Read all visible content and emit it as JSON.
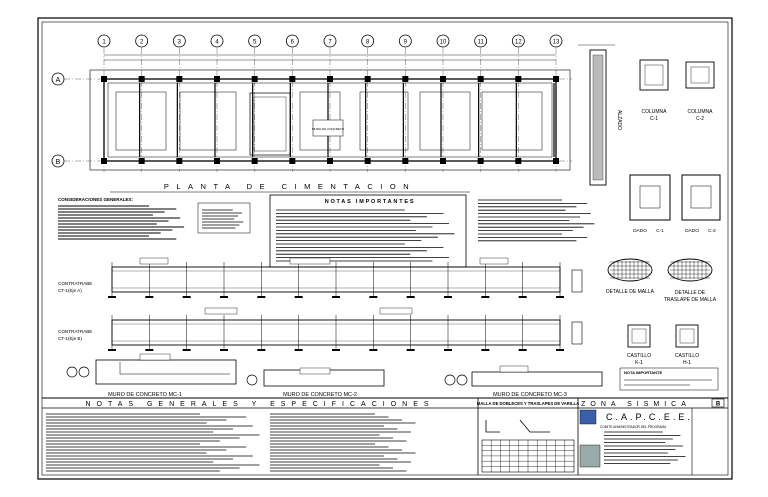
{
  "plan": {
    "title": "PLANTA DE CIMENTACION",
    "axis_numbers": [
      "1",
      "2",
      "3",
      "4",
      "5",
      "6",
      "7",
      "8",
      "9",
      "10",
      "11",
      "12",
      "13"
    ],
    "axis_letters": [
      "A",
      "B"
    ]
  },
  "side_section": {
    "label": "ALZADO"
  },
  "columns": [
    {
      "title": "COLUMNA",
      "code": "C-1"
    },
    {
      "title": "COLUMNA",
      "code": "C-2"
    }
  ],
  "dados": [
    {
      "title": "DADO",
      "code": "C-1"
    },
    {
      "title": "DADO",
      "code": "C-2"
    }
  ],
  "notes_boxes": {
    "consideraciones": "CONSIDERACIONES GENERALES:",
    "important_title": "NOTAS IMPORTANTES"
  },
  "contratrabes": [
    {
      "label": "CONTRATRABE",
      "code": "CT-1(Eje A)"
    },
    {
      "label": "CONTRATRABE",
      "code": "CT-1(Eje B)"
    }
  ],
  "malla": {
    "detail": "DETALLE DE MALLA",
    "traslape_line1": "DETALLE DE",
    "traslape_line2": "TRASLAPE DE MALLA"
  },
  "castillos": [
    {
      "title": "CASTILLO",
      "code": "K-1"
    },
    {
      "title": "CASTILLO",
      "code": "H-1"
    }
  ],
  "muros": [
    {
      "label": "MURO DE CONCRETO MC-1"
    },
    {
      "label": "MURO DE CONCRETO MC-2"
    },
    {
      "label": "MURO DE CONCRETO MC-3"
    }
  ],
  "nota_importante": "NOTA IMPORTANTE",
  "bottom": {
    "notes_title": "NOTAS GENERALES Y ESPECIFICACIONES",
    "malla_table_title": "MALLA DE DOBLECES Y TRASLAPES DE VARILLA",
    "zona_title": "ZONA SISMICA",
    "zona_code": "B"
  },
  "title_block": {
    "org": "C.A.P.C.E.E.",
    "org_sub": "COMITE ADMINISTRADOR DEL PROGRAMA"
  }
}
